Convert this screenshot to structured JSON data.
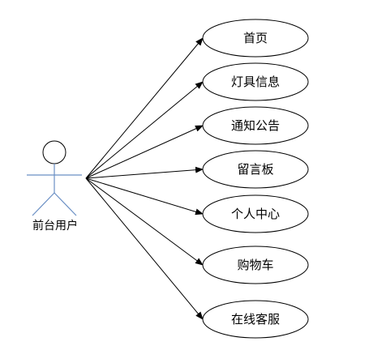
{
  "actor": {
    "label": "前台用户"
  },
  "use_cases": [
    {
      "label": "首页"
    },
    {
      "label": "灯具信息"
    },
    {
      "label": "通知公告"
    },
    {
      "label": "留言板"
    },
    {
      "label": "个人中心"
    },
    {
      "label": "购物车"
    },
    {
      "label": "在线客服"
    }
  ],
  "colors": {
    "actor_stroke": "#6a8fc4",
    "line": "#000000",
    "ellipse_stroke": "#000000",
    "background": "#ffffff"
  }
}
